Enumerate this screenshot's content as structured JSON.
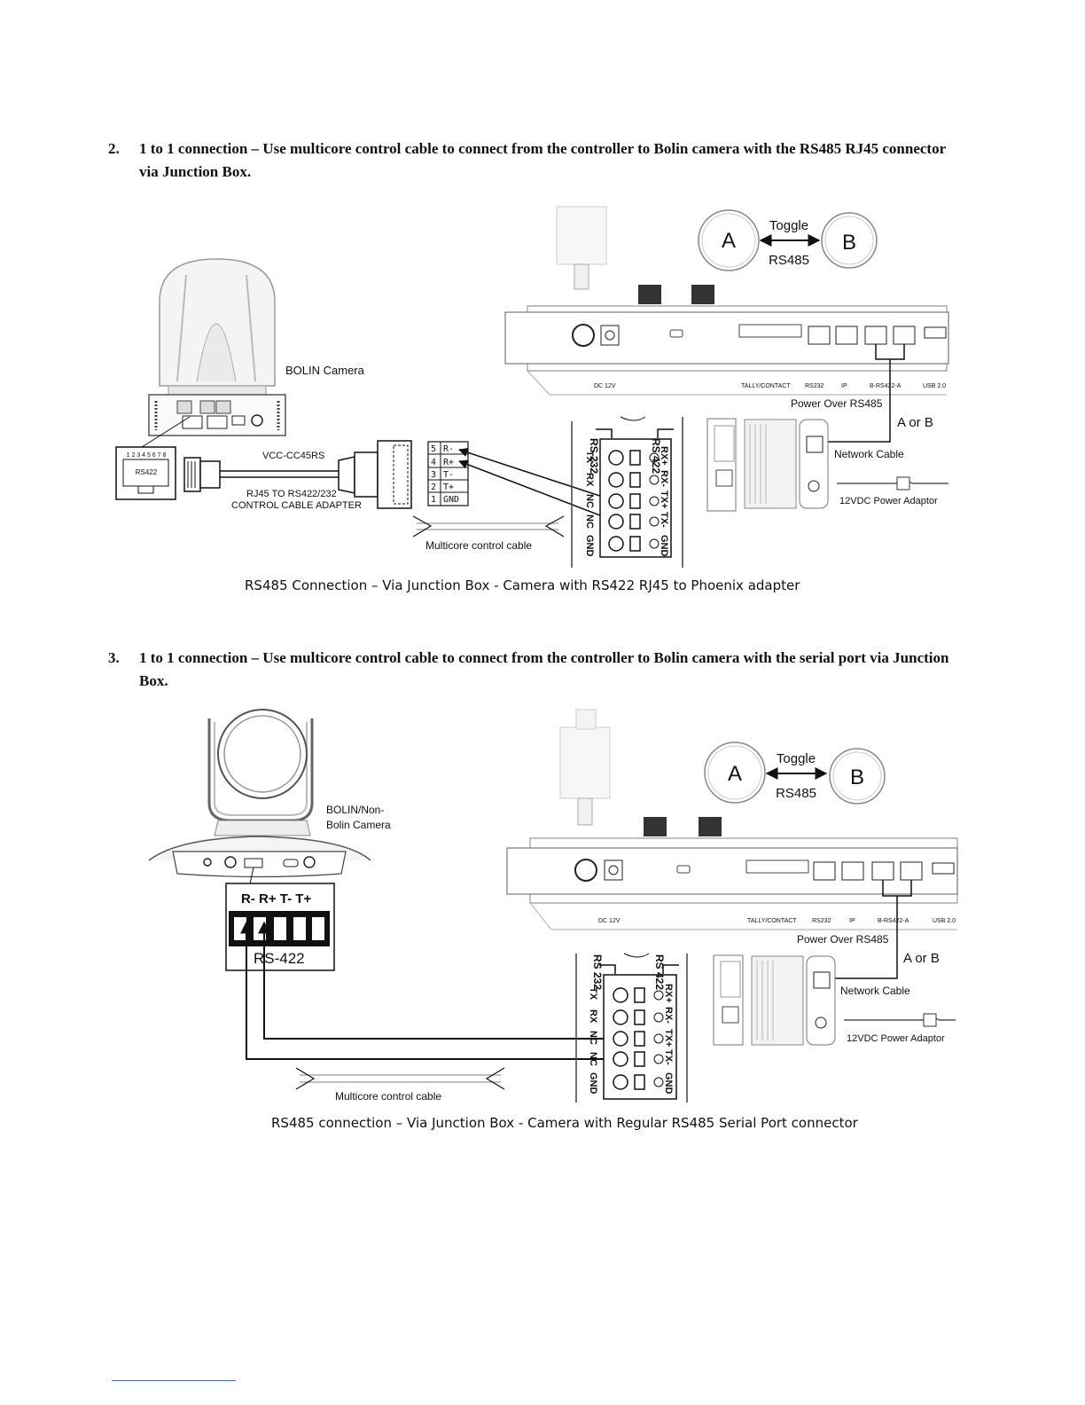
{
  "section2": {
    "number": "2.",
    "text": "1 to 1 connection – Use multicore control cable to connect from the controller to Bolin camera with the RS485 RJ45 connector via Junction Box."
  },
  "section3": {
    "number": "3.",
    "text": "1 to 1 connection – Use multicore control cable to connect from the controller to Bolin camera with the serial port via Junction Box."
  },
  "diagram1": {
    "toggle_a": "A",
    "toggle_b": "B",
    "toggle_label": "Toggle",
    "toggle_sub": "RS485",
    "camera_label": "BOLIN  Camera",
    "rs422_port": "RS422",
    "rj45_pins": "1 2 3 4 5 6 7 8",
    "cable_name": "VCC-CC45RS",
    "adapter_line1": "RJ45 TO RS422/232",
    "adapter_line2": "CONTROL CABLE ADAPTER",
    "phoenix_pins": [
      "5",
      "4",
      "3",
      "2",
      "1"
    ],
    "phoenix_labels": [
      "R-",
      "R+",
      "T-",
      "T+",
      "GND"
    ],
    "panel_labels": [
      "DC 12V",
      "TALLY/CONTACT",
      "RS232",
      "IP",
      "B-RS422-A",
      "USB 2.0"
    ],
    "power_over": "Power Over RS485",
    "a_or_b": "A or B",
    "network_cable": "Network Cable",
    "power_adaptor": "12VDC Power Adaptor",
    "jb_top_left": "RS 232",
    "jb_top_right": "RS 422",
    "jb_left": [
      "TX",
      "RX",
      "NC",
      "NC",
      "GND"
    ],
    "jb_right": [
      "RX+",
      "RX-",
      "TX+",
      "TX-",
      "GND"
    ],
    "multicore": "Multicore control cable",
    "caption": "RS485 Connection – Via Junction Box - Camera with RS422 RJ45 to Phoenix adapter"
  },
  "diagram2": {
    "toggle_a": "A",
    "toggle_b": "B",
    "toggle_label": "Toggle",
    "toggle_sub": "RS485",
    "camera_label_1": "BOLIN/Non-",
    "camera_label_2": "Bolin Camera",
    "terminal_labels": "R-  R+  T-  T+",
    "terminal_name": "RS-422",
    "panel_labels": [
      "DC 12V",
      "TALLY/CONTACT",
      "RS232",
      "IP",
      "B-RS422-A",
      "USB 2.0"
    ],
    "power_over": "Power Over RS485",
    "a_or_b": "A or B",
    "network_cable": "Network Cable",
    "power_adaptor": "12VDC Power Adaptor",
    "jb_top_left": "RS 232",
    "jb_top_right": "RS 422",
    "jb_left": [
      "TX",
      "RX",
      "NC",
      "NC",
      "GND"
    ],
    "jb_right": [
      "RX+",
      "RX-",
      "TX+",
      "TX-",
      "GND"
    ],
    "multicore": "Multicore control cable",
    "caption": "RS485 connection – Via Junction Box - Camera with Regular RS485 Serial Port connector"
  }
}
